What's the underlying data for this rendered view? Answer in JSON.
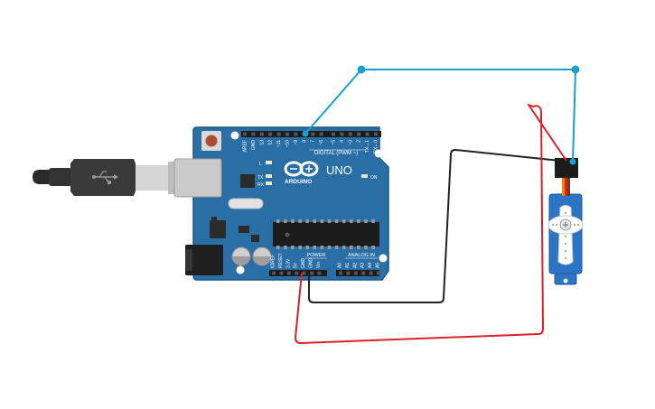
{
  "board": {
    "model": "UNO",
    "brand": "ARDUINO",
    "digital_header_label": "DIGITAL (PWM ~)",
    "power_label": "POWER",
    "analog_label": "ANALOG IN",
    "on_label": "ON",
    "led_l": "L",
    "led_tx": "TX",
    "led_rx": "RX",
    "digital_pins": [
      "AREF",
      "GND",
      "13",
      "12",
      "~11",
      "~10",
      "~9",
      "8",
      "7",
      "~6",
      "~5",
      "4",
      "~3",
      "2",
      "TX→1",
      "RX←0"
    ],
    "power_pins": [
      "IOREF",
      "RESET",
      "3.3V",
      "5V",
      "GND",
      "GND",
      "Vin"
    ],
    "analog_pins": [
      "A0",
      "A1",
      "A2",
      "A3",
      "A4",
      "A5"
    ]
  },
  "components": {
    "usb_cable": "usb-cable",
    "servo": "micro-servo"
  },
  "wires": [
    {
      "name": "signal-wire",
      "color": "#1a9fd0",
      "from": "~9",
      "to": "servo signal"
    },
    {
      "name": "ground-wire",
      "color": "#222222",
      "from": "GND",
      "to": "servo ground"
    },
    {
      "name": "power-wire",
      "color": "#d8232a",
      "from": "5V",
      "to": "servo power"
    }
  ],
  "colors": {
    "board": "#2a6ea6",
    "board_edge": "#1d5688",
    "servo_body": "#2c74c4",
    "signal": "#1a9fd0",
    "ground": "#222222",
    "power": "#d8232a"
  }
}
